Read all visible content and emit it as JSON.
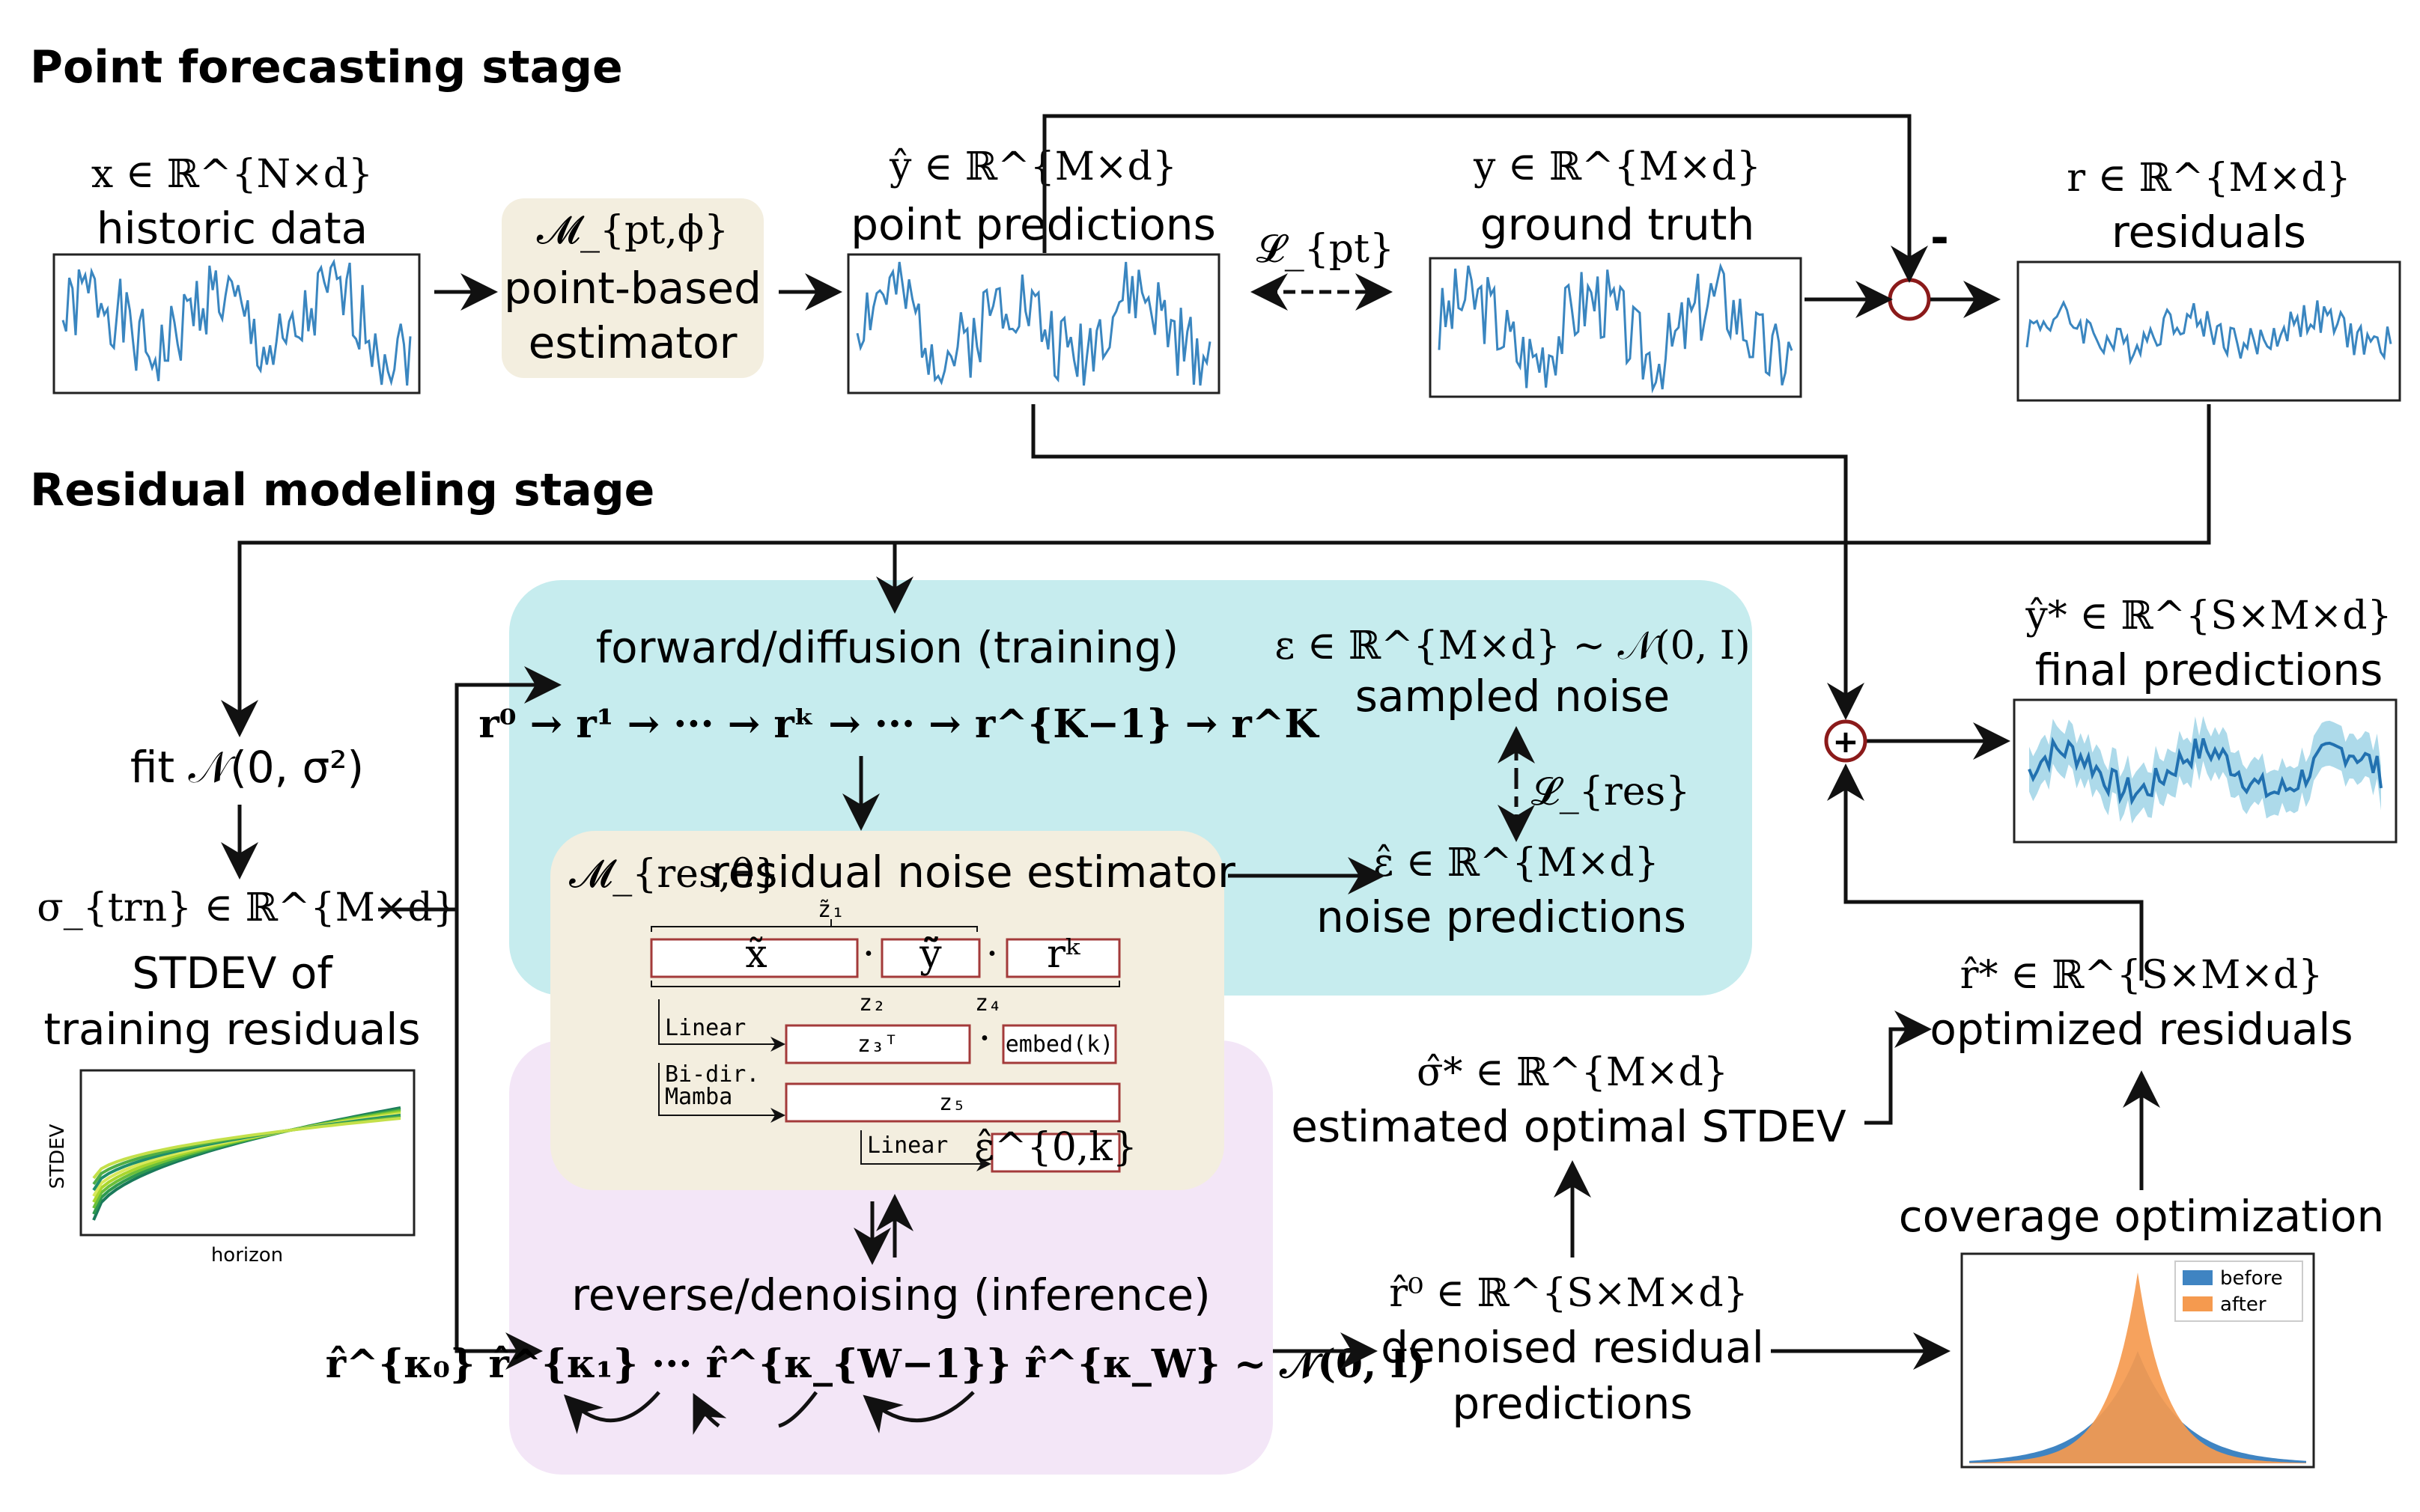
{
  "stages": {
    "point_title": "Point forecasting stage",
    "residual_title": "Residual modeling stage"
  },
  "point": {
    "x_math": "x ∈ ℝ^{N×d}",
    "x_label": "historic data",
    "estimator_math": "𝓜_{pt,ϕ}",
    "estimator_line1": "point-based",
    "estimator_line2": "estimator",
    "yhat_math": "ŷ ∈ ℝ^{M×d}",
    "yhat_label": "point predictions",
    "loss_pt": "𝓛_{pt}",
    "y_math": "y ∈ ℝ^{M×d}",
    "y_label": "ground truth",
    "minus": "-",
    "r_math": "r ∈ ℝ^{M×d}",
    "r_label": "residuals"
  },
  "residual": {
    "fit": "fit 𝒩(0, σ²)",
    "sigma_math": "σ_{trn} ∈ ℝ^{M×d}",
    "sigma_line1": "STDEV of",
    "sigma_line2": "training residuals",
    "stdev_axis_y": "STDEV",
    "stdev_axis_x": "horizon",
    "forward_title": "forward/diffusion (training)",
    "forward_chain": "r⁰ → r¹ → ··· → rᵏ → ··· → r^{K−1} → r^K",
    "noise_math": "ε ∈ ℝ^{M×d} ~ 𝒩(0, I)",
    "noise_label": "sampled noise",
    "loss_res": "𝓛_{res}",
    "res_estimator_math": "𝓜_{res,θ}",
    "res_estimator_label": "residual noise estimator",
    "noise_pred_math": "ε̂ ∈ ℝ^{M×d}",
    "noise_pred_label": "noise predictions",
    "reverse_title": "reverse/denoising (inference)",
    "reverse_chain": "r̂^{κ₀}   r̂^{κ₁}   ···   r̂^{κ_{W−1}}   r̂^{κ_W} ~ 𝒩(0, I)",
    "denoised_math": "r̂⁰ ∈ ℝ^{S×M×d}",
    "denoised_line1": "denoised residual",
    "denoised_line2": "predictions",
    "opt_stdev_math": "σ̂* ∈ ℝ^{M×d}",
    "opt_stdev_label": "estimated optimal STDEV",
    "opt_res_math": "r̂* ∈ ℝ^{S×M×d}",
    "opt_res_label": "optimized residuals",
    "coverage_label": "coverage optimization",
    "legend_before": "before",
    "legend_after": "after",
    "final_math": "ŷ* ∈ ℝ^{S×M×d}",
    "final_label": "final predictions",
    "plus": "+"
  },
  "network": {
    "z1": "z̃₁",
    "x": "x̃",
    "ytilde": "ỹ̃",
    "rk": "rᵏ",
    "dot": "·",
    "z2": "z₂",
    "z4": "z₄",
    "linear1": "Linear",
    "z3": "z₃ᵀ",
    "embed": "embed(k)",
    "mamba1": "Bi-dir.",
    "mamba2": "Mamba",
    "z5": "z₅",
    "linear2": "Linear",
    "eps_out": "ε̂^{0,k}"
  },
  "colors": {
    "series": "#3a86c0",
    "box_tan": "#f3eedf",
    "forward_bg": "#c6ecee",
    "reverse_bg": "#f3e6f7",
    "circle": "#8b1a1a",
    "hist_blue": "#3f84c2",
    "hist_orange": "#f59a4f",
    "net_border": "#a33a3a"
  }
}
